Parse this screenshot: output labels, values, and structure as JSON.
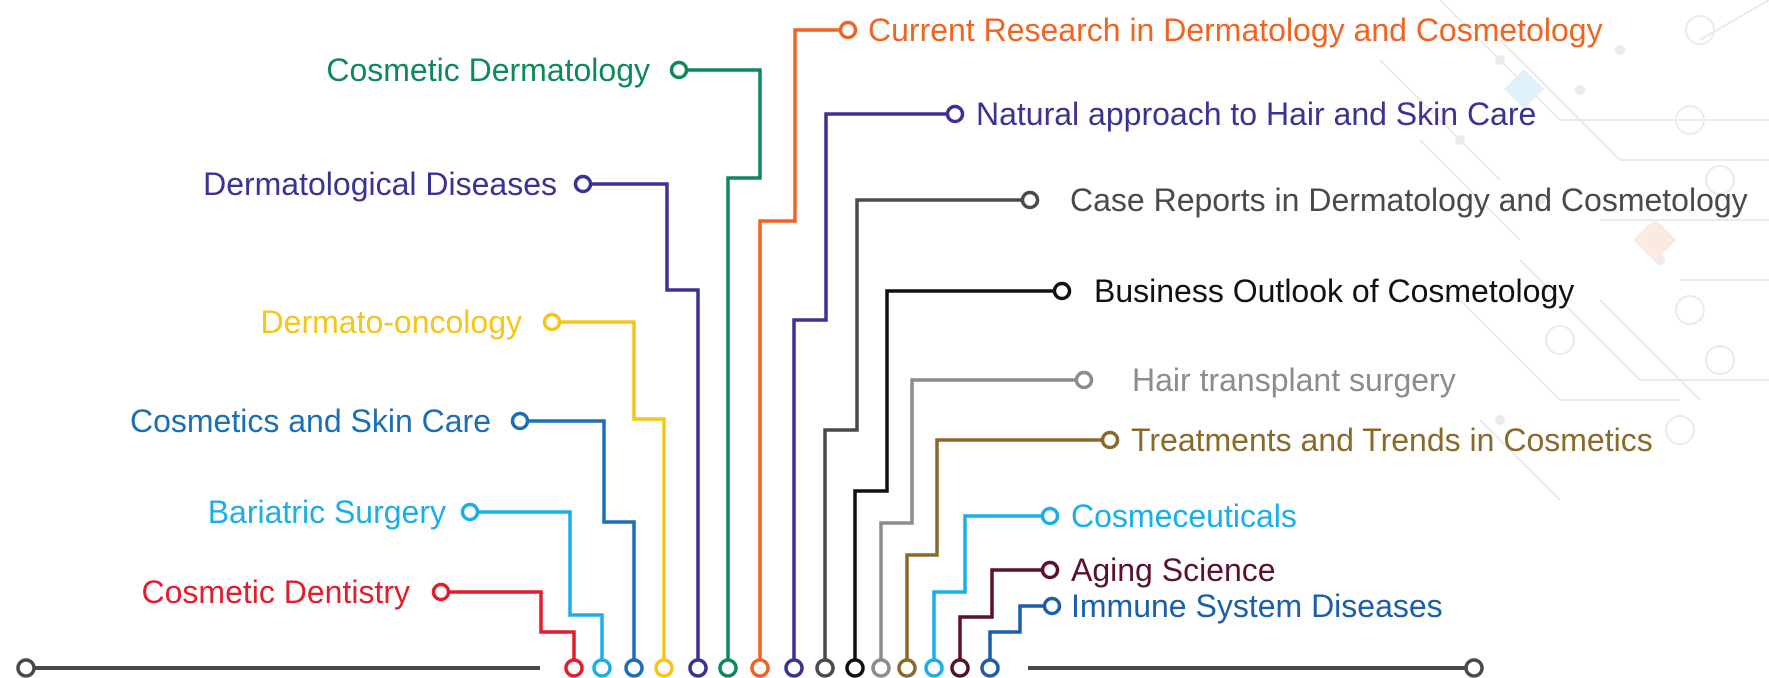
{
  "topics": [
    {
      "label": "Cosmetic Dentistry",
      "color": "#e21e2d"
    },
    {
      "label": "Bariatric Surgery",
      "color": "#1aafe6"
    },
    {
      "label": "Cosmetics and Skin Care",
      "color": "#1a6fb6"
    },
    {
      "label": "Dermato-oncology",
      "color": "#f5c518"
    },
    {
      "label": "Dermatological Diseases",
      "color": "#3a3393"
    },
    {
      "label": "Cosmetic Dermatology",
      "color": "#0e8a5a"
    },
    {
      "label": "Current Research in Dermatology and Cosmetology",
      "color": "#f06423"
    },
    {
      "label": "Natural approach to Hair and Skin Care",
      "color": "#3a3393"
    },
    {
      "label": "Case Reports in Dermatology and Cosmetology",
      "color": "#4a4a4a"
    },
    {
      "label": "Business Outlook of Cosmetology",
      "color": "#111111"
    },
    {
      "label": "Hair transplant surgery",
      "color": "#8c8c8c"
    },
    {
      "label": "Treatments and Trends in Cosmetics",
      "color": "#8a6a2a"
    },
    {
      "label": "Cosmeceuticals",
      "color": "#1aafe6"
    },
    {
      "label": "Aging Science",
      "color": "#5a1030"
    },
    {
      "label": "Immune System Diseases",
      "color": "#1a5fa8"
    }
  ],
  "baseline_color": "#4a4a4a",
  "decoration_colors": {
    "line": "#d8d8d8",
    "diamond_blue": "#bfe3f2",
    "diamond_orange": "#f8d7c4"
  }
}
